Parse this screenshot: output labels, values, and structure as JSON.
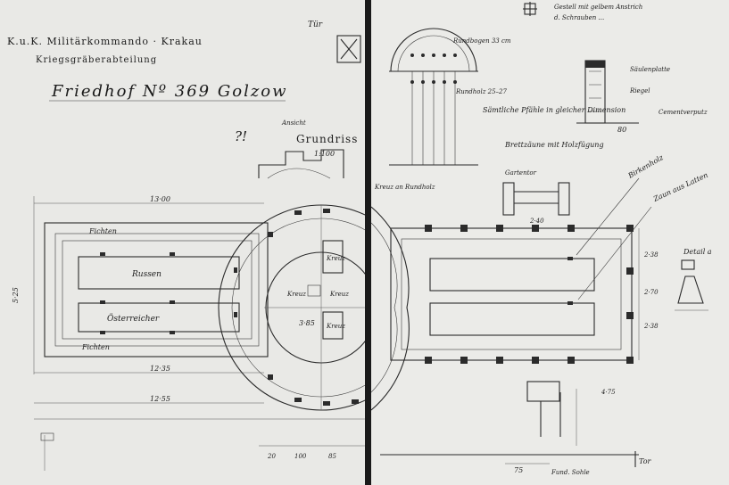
{
  "left_sheet": {
    "header_line1": "K.u.K. Militärkommando · Krakau",
    "header_line2": "Kriegsgräberabteilung",
    "title": "Friedhof Nº 369  Golzow",
    "grundriss_label": "Grundriss",
    "scale_label": "1:100",
    "ansicht_label": "Ansicht",
    "top_corner_label": "Tür",
    "dimension_total": "13·00",
    "dimension_bottom_1": "12·35",
    "dimension_bottom_2": "12·55",
    "dimension_side": "5·25",
    "field_label_1": "Russen",
    "field_label_2": "Österreicher",
    "tree_label_top": "Fichten",
    "tree_label_bottom": "Fichten",
    "circle_labels": [
      "Kreuz",
      "Kreuz",
      "Kreuz",
      "Kreuz"
    ],
    "circle_dim": "3·85",
    "bottom_dims": [
      "20",
      "100",
      "85"
    ],
    "question_mark": "?!"
  },
  "right_sheet": {
    "note_top_1": "Gestell mit gelbem Anstrich",
    "note_top_2": "d. Schrauben ...",
    "arch_label": "Rundbogen 33 cm",
    "post_note_1": "Säulenplatte",
    "post_note_2": "Riegel",
    "post_note_3": "Cementverputz",
    "post_dim": "80",
    "pfahl_note": "Sämtliche Pfähle in gleicher Dimension",
    "holz_note": "Rundholz 25–27",
    "bretter_note": "Brettzäune mit Holzfügung",
    "gate_label": "Gartentor",
    "gate_dim": "2·40",
    "birch_note": "Birkenholz",
    "fence_note": "Zaun aus Latten",
    "kreuz_note": "Kreuz an Rundholz",
    "small_detail_label": "Detail a",
    "dims_right": [
      "2·38",
      "2·70",
      "2·38",
      "4·75"
    ],
    "tur_label": "Tor",
    "bottom_note": "Fund. Sohle",
    "bottom_dim": "75"
  }
}
